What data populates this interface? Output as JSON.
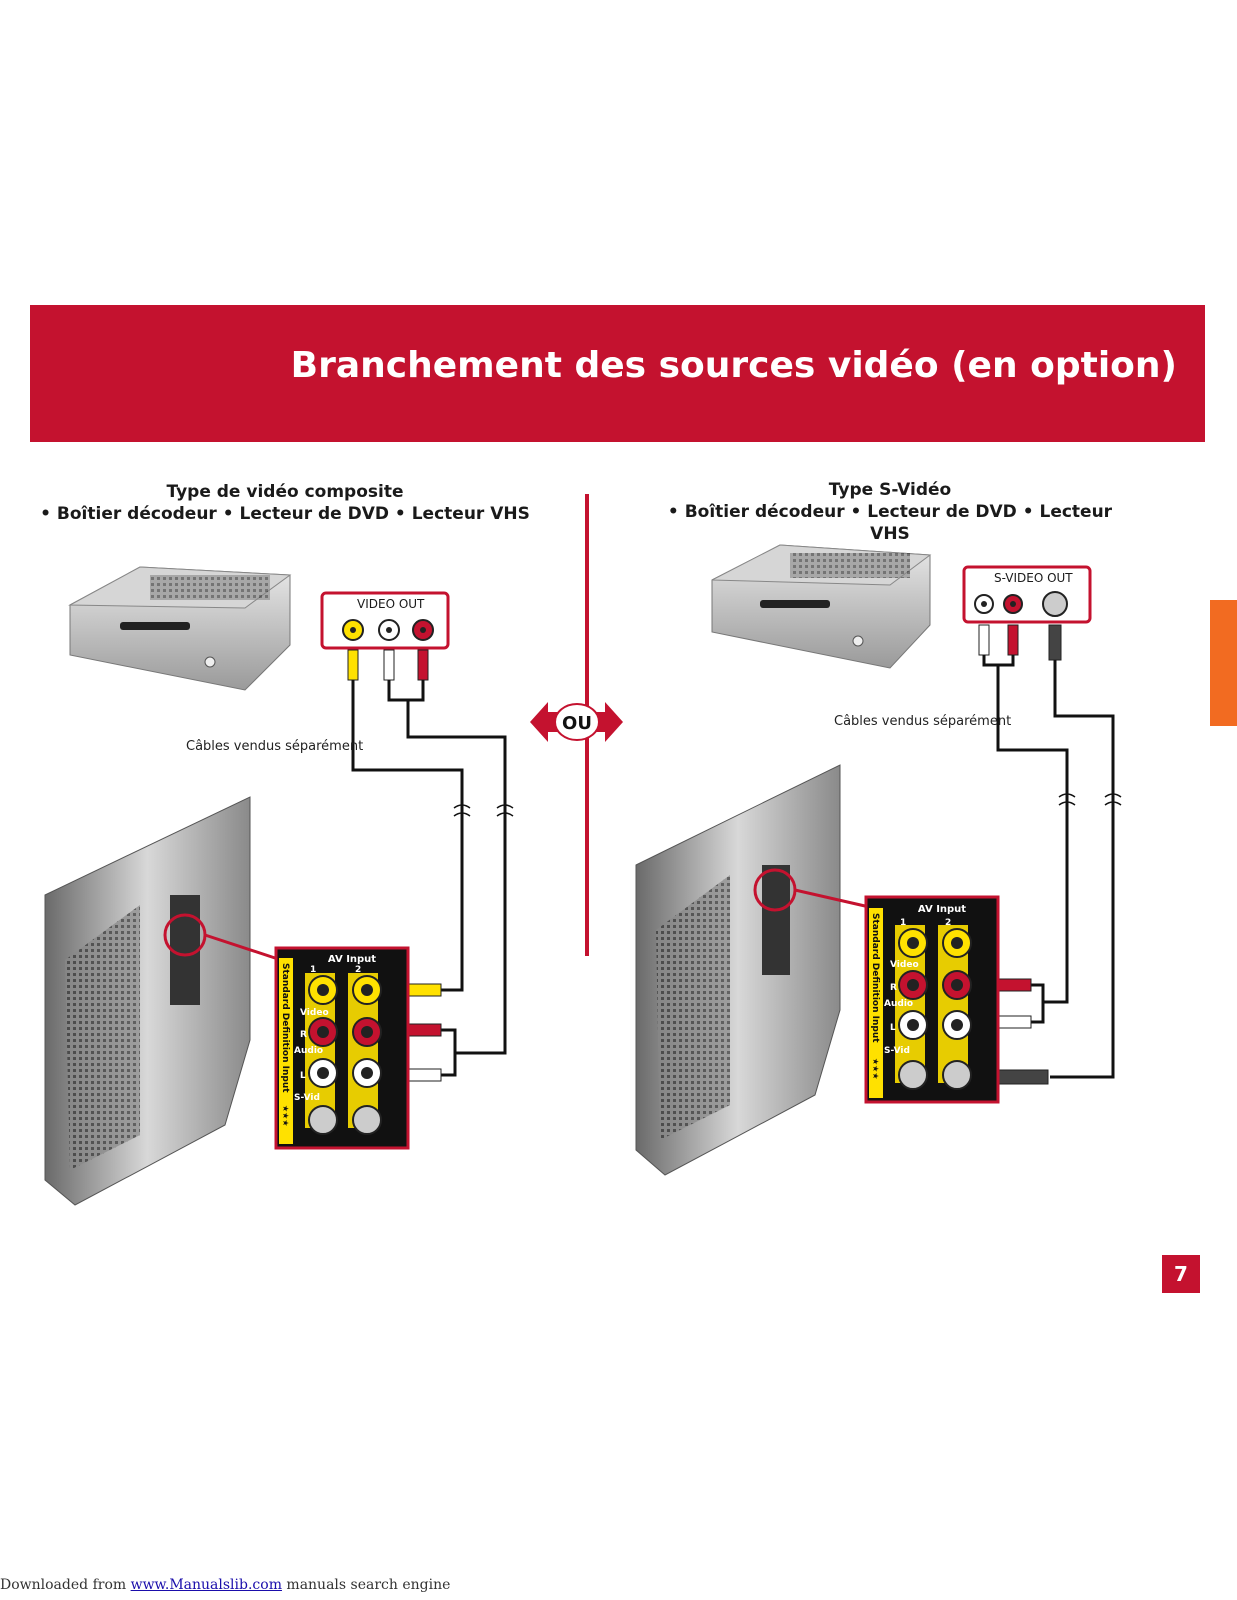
{
  "banner": {
    "title": "Branchement des sources vidéo (en option)"
  },
  "left": {
    "title_line1": "Type de vidéo composite",
    "title_line2": "• Boîtier décodeur • Lecteur de DVD • Lecteur VHS",
    "port_label": "VIDEO OUT",
    "cables_note": "Câbles vendus séparément"
  },
  "right": {
    "title_line1": "Type S-Vidéo",
    "title_line2": "• Boîtier décodeur • Lecteur de DVD • Lecteur VHS",
    "port_label": "S-VIDEO OUT",
    "cables_note": "Câbles vendus séparément"
  },
  "ou_label": "OU",
  "av_panel": {
    "header": "AV Input",
    "side_label": "Standard Definition Input",
    "stars": "★★★",
    "video": "Video",
    "r": "R",
    "audio": "Audio",
    "l": "L",
    "svid": "S-Vid",
    "n1": "1",
    "n2": "2"
  },
  "page_number": "7",
  "footer": {
    "prefix": "Downloaded from ",
    "link": "www.Manualslib.com",
    "suffix": "  manuals search engine"
  },
  "colors": {
    "brand_red": "#c4122f",
    "tab_orange": "#f26b21",
    "jack_yellow": "#ffe100"
  }
}
